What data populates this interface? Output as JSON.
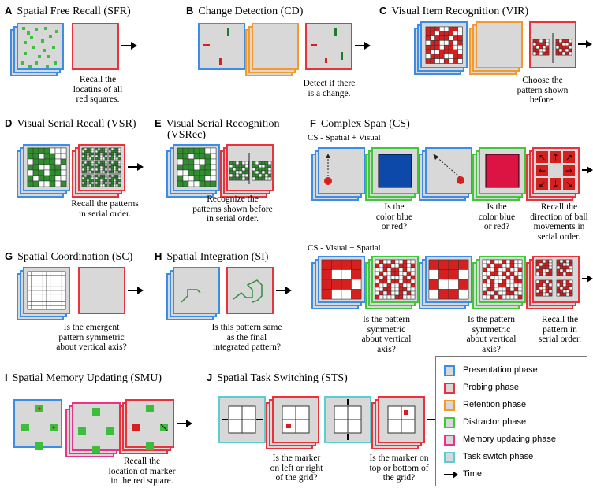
{
  "panels": {
    "A": {
      "letter": "A",
      "title": "Spatial Free Recall (SFR)",
      "caption": "Recall the\nlocatins of all\nred squares."
    },
    "B": {
      "letter": "B",
      "title": "Change Detection (CD)",
      "caption": "Detect if there\nis a change."
    },
    "C": {
      "letter": "C",
      "title": "Visual Item Recognition (VIR)",
      "caption": "Choose the\npattern shown\nbefore."
    },
    "D": {
      "letter": "D",
      "title": "Visual Serial Recall (VSR)",
      "caption": "Recall the patterns\nin serial order."
    },
    "E": {
      "letter": "E",
      "title": "Visual Serial Recognition",
      "title2": "(VSRec)",
      "caption": "Recognize the\npatterns shown before\nin serial order."
    },
    "F": {
      "letter": "F",
      "title": "Complex Span (CS)",
      "sub1": "CS - Spatial + Visual",
      "sub2": "CS - Visual + Spatial",
      "cap1": "Is the\ncolor blue\nor red?",
      "cap2": "Is the\ncolor blue\nor red?",
      "cap3": "Recall the\ndirection of ball\nmovements in\nserial order.",
      "cap4": "Is the pattern\nsymmetric\nabout vertical\naxis?",
      "cap5": "Is the pattern\nsymmetric\nabout vertical\naxis?",
      "cap6": "Recall the\npattern in\nserial order."
    },
    "G": {
      "letter": "G",
      "title": "Spatial Coordination (SC)",
      "caption": "Is the emergent\npattern symmetric\nabout vertical axis?"
    },
    "H": {
      "letter": "H",
      "title": "Spatial Integration (SI)",
      "caption": "Is this pattern same\nas the final\nintegrated pattern?"
    },
    "I": {
      "letter": "I",
      "title": "Spatial Memory Updating (SMU)",
      "caption": "Recall the\nlocation of marker\nin the red square."
    },
    "J": {
      "letter": "J",
      "title": "Spatial Task Switching (STS)",
      "cap1": "Is the marker\non left or right\nof the grid?",
      "cap2": "Is the marker on\ntop or bottom of\nthe grid?"
    }
  },
  "legend": [
    {
      "label": "Presentation phase",
      "color": "#3b8ee8"
    },
    {
      "label": "Probing phase",
      "color": "#e8323c"
    },
    {
      "label": "Retention phase",
      "color": "#f59a2a"
    },
    {
      "label": "Distractor phase",
      "color": "#3fc83a"
    },
    {
      "label": "Memory updating phase",
      "color": "#e8328c"
    },
    {
      "label": "Task switch phase",
      "color": "#5ccdd0"
    }
  ],
  "legend_time": "Time",
  "colors": {
    "blue_card": "#0d49a8",
    "red_card": "#dc1443",
    "green_cell": "#2f8f2f",
    "red_cell": "#d61f1f"
  }
}
